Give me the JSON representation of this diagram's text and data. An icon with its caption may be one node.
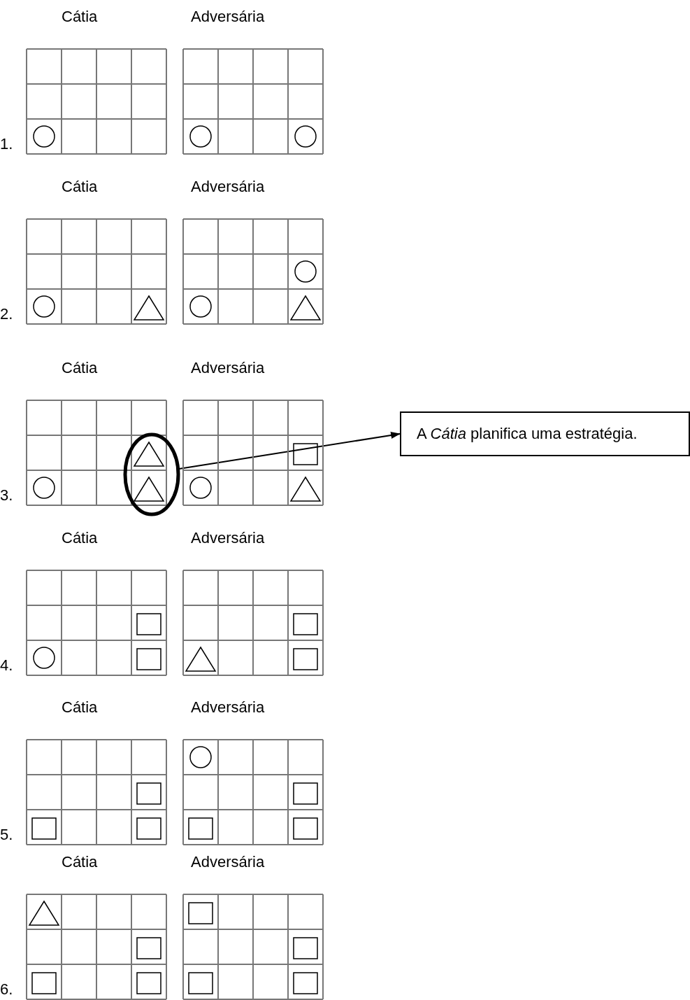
{
  "diagram": {
    "nodes": [
      {
        "text": [],
        "shape": "ellipse"
      },
      {
        "text": [
          "A *Cátia* planifica uma estratégia."
        ]
      }
    ],
    "edges": [
      {
        "from": 0,
        "to": 1,
        "arrow": "to"
      }
    ],
    "labels": [
      "Cátia",
      "Adversária",
      "1.",
      "Cátia",
      "Adversária",
      "2.",
      "Cátia",
      "Adversária",
      "3.",
      "Cátia",
      "Adversária",
      "4.",
      "Cátia",
      "Adversária",
      "5.",
      "Cátia",
      "Adversária",
      "6."
    ]
  }
}
